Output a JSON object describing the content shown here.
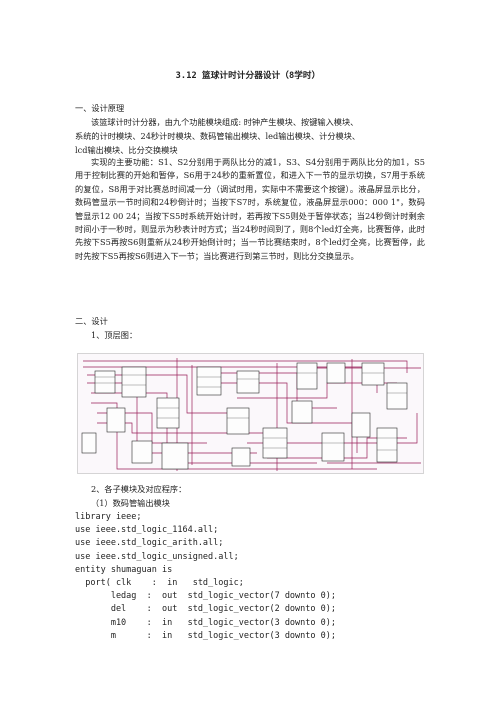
{
  "title": "3.12 篮球计时计分器设计（8学时）",
  "section1_heading": "一、设计原理",
  "principle_lines": [
    "该篮球计时计分器，由九个功能模块组成: 时钟产生模块、按键输入模块、",
    "系统的计时模块、24秒计时模块、数码管输出模块、led输出模块、计分模块、",
    "lcd输出模块、比分交换模块"
  ],
  "function_desc": "实现的主要功能：S1、S2分别用于两队比分的减1，S3、S4分别用于两队比分的加1，S5用于控制比赛的开始和暂停，S6用于24秒的重新置位，和进入下一节的显示切换，S7用于系统的复位，S8用于对比赛总时间减一分（调试时用，实际中不需要这个按键）。液晶屏显示比分，数码管显示一节时间和24秒倒计时；当按下S7时，系统复位，液晶屏显示000：000    1\"，数码管显示12 00    24；当按下S5时系统开始计时，若再按下S5则处于暂停状态；当24秒倒计时剩余时间小于一秒时，则显示为秒表计时方式；当24秒时间到了，则8个led灯全亮，比赛暂停，此时先按下S5再按S6则重新从24秒开始倒计时；当一节比赛结束时，8个led灯全亮，比赛暂停，此时先按下S5再按S6则进入下一节；当比赛进行到第三节时，则比分交换显示。",
  "section2_heading": "二、设计",
  "top_level_label": "1、顶层图：",
  "submodules_label": "2、各子模块及对应程序：",
  "module1_label": "（1）数码管输出模块",
  "code_lines": [
    "library ieee;",
    "use ieee.std_logic_1164.all;",
    "use ieee.std_logic_arith.all;",
    "use ieee.std_logic_unsigned.all;",
    "entity shumaguan is",
    "  port( clk    :  in   std_logic;",
    "       ledag  :  out  std_logic_vector(7 downto 0);",
    "       del    :  out  std_logic_vector(2 downto 0);",
    "       m10    :  in   std_logic_vector(3 downto 0);",
    "       m      :  in   std_logic_vector(3 downto 0);"
  ],
  "colors": {
    "wire": "#9a1f5a",
    "block": "#2a2a2a",
    "text": "#222222"
  }
}
